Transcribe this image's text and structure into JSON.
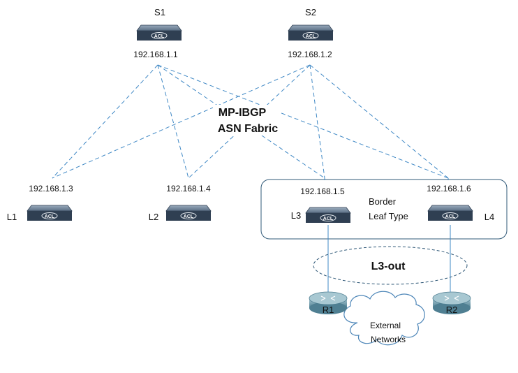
{
  "colors": {
    "link": "#3f88c5",
    "group_border": "#2f5877",
    "switch_dark": "#2f3f52",
    "switch_face": "#5b6f85",
    "router_face": "#7fa6b3",
    "cloud_stroke": "#4d86b8"
  },
  "icons": {
    "switch": "acl-switch-icon",
    "router": "router-icon",
    "cloud": "cloud-icon"
  },
  "nodes": {
    "s1": {
      "name": "S1",
      "ip": "192.168.1.1",
      "icon_text": "ACL"
    },
    "s2": {
      "name": "S2",
      "ip": "192.168.1.2",
      "icon_text": "ACL"
    },
    "l1": {
      "name": "L1",
      "ip": "192.168.1.3",
      "icon_text": "ACL"
    },
    "l2": {
      "name": "L2",
      "ip": "192.168.1.4",
      "icon_text": "ACL"
    },
    "l3": {
      "name": "L3",
      "ip": "192.168.1.5",
      "icon_text": "ACL"
    },
    "l4": {
      "name": "L4",
      "ip": "192.168.1.6",
      "icon_text": "ACL"
    },
    "r1": {
      "name": "R1"
    },
    "r2": {
      "name": "R2"
    }
  },
  "labels": {
    "fabric_line1": "MP-IBGP",
    "fabric_line2": "ASN Fabric",
    "border_line1": "Border",
    "border_line2": "Leaf Type",
    "l3out": "L3-out",
    "external_line1": "External",
    "external_line2": "Networks"
  }
}
